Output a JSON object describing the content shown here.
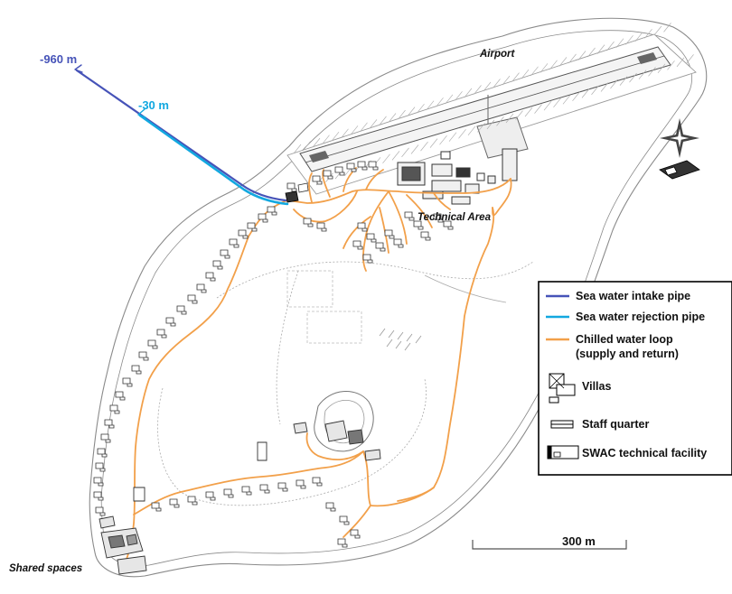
{
  "labels": {
    "depth_intake": "-960 m",
    "depth_rejection": "-30 m",
    "airport": "Airport",
    "technical_area": "Technical Area",
    "shared_spaces": "Shared spaces",
    "scale": "300 m"
  },
  "legend": {
    "items": [
      {
        "kind": "intake",
        "label": "Sea water intake pipe",
        "color": "#4653b8"
      },
      {
        "kind": "rejection",
        "label": "Sea water rejection pipe",
        "color": "#12a8e0"
      },
      {
        "kind": "chilled",
        "label": "Chilled water loop",
        "label2": "(supply and return)",
        "color": "#f2a04a"
      },
      {
        "kind": "villa",
        "label": "Villas"
      },
      {
        "kind": "staff",
        "label": "Staff quarter"
      },
      {
        "kind": "swac",
        "label": "SWAC technical facility"
      }
    ]
  },
  "colors": {
    "intake": "#4653b8",
    "rejection": "#12a8e0",
    "chilled": "#f2a04a",
    "outline": "#8a8a8a",
    "building": "#3a3a3a"
  }
}
